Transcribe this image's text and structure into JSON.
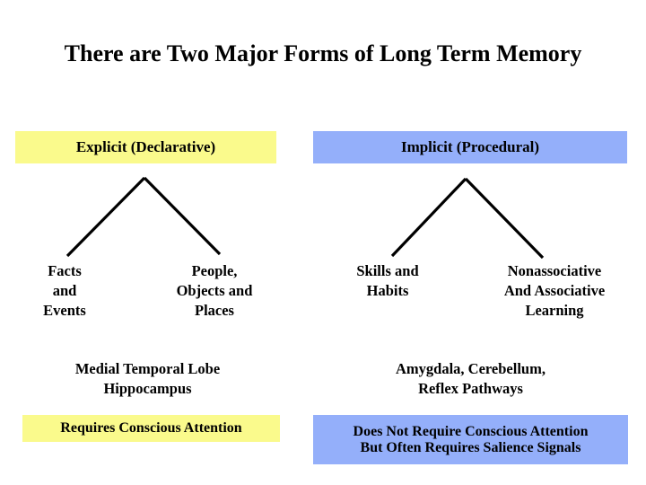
{
  "slide": {
    "title": "There are Two Major Forms of Long Term Memory",
    "background_color": "#ffffff",
    "text_color": "#000000"
  },
  "colors": {
    "explicit_banner": "#fafa8c",
    "implicit_banner": "#94affa",
    "connector_stroke": "#000000"
  },
  "branches": {
    "explicit": {
      "banner": "Explicit (Declarative)",
      "leaves": [
        {
          "lines": [
            "Facts",
            "and",
            "Events"
          ]
        },
        {
          "lines": [
            "People,",
            "Objects and",
            "Places"
          ]
        }
      ],
      "region": {
        "lines": [
          "Medial Temporal Lobe",
          "Hippocampus"
        ]
      },
      "attention": {
        "lines": [
          "Requires Conscious Attention"
        ]
      }
    },
    "implicit": {
      "banner": "Implicit (Procedural)",
      "leaves": [
        {
          "lines": [
            "Skills and",
            "Habits"
          ]
        },
        {
          "lines": [
            "Nonassociative",
            "And Associative",
            "Learning"
          ]
        }
      ],
      "region": {
        "lines": [
          "Amygdala, Cerebellum,",
          "Reflex Pathways"
        ]
      },
      "attention": {
        "lines": [
          "Does Not Require Conscious Attention",
          "But Often Requires  Salience Signals"
        ]
      }
    }
  }
}
